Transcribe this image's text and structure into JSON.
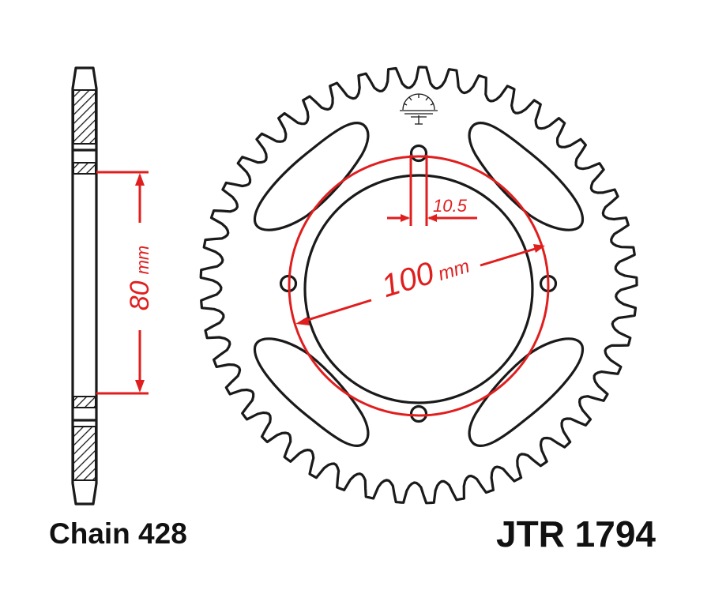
{
  "chain_label": "Chain 428",
  "part_number": "JTR 1794",
  "dimensions": {
    "bolt_circle_label": "100",
    "bolt_circle_unit": "mm",
    "bolt_hole_label": "10.5",
    "height_label": "80",
    "height_unit": "mm"
  },
  "sprocket": {
    "tooth_count": 45
  },
  "colors": {
    "outline": "#1a1a1a",
    "dimension": "#e01e1e",
    "background": "#ffffff"
  }
}
